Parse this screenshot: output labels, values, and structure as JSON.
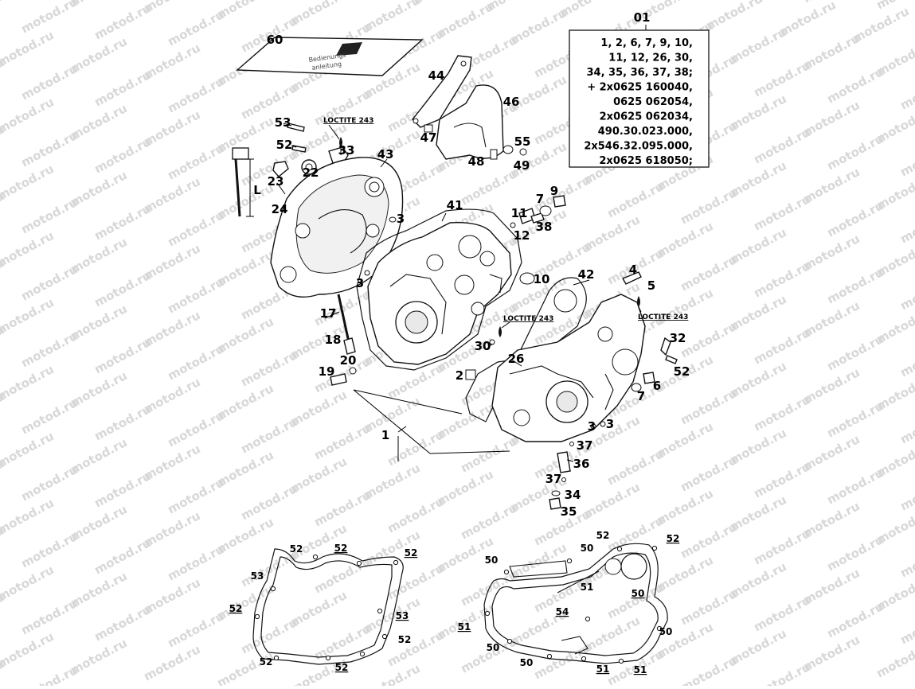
{
  "watermark": "motod.ru",
  "kit": {
    "header": "01",
    "lines": [
      "1, 2, 6, 7, 9, 10,",
      "11, 12, 26, 30,",
      "34, 35, 36, 37, 38;",
      "+ 2x0625 160040,",
      "0625 062054,",
      "2x0625 062034,",
      "490.30.023.000,",
      "2x546.32.095.000,",
      "2x0625 618050;"
    ]
  },
  "loctite": "LOCTITE 243",
  "dimension": "L",
  "labels": {
    "p60": "60",
    "p44": "44",
    "p46": "46",
    "p47": "47",
    "p48": "48",
    "p55": "55",
    "p49": "49",
    "p53": "53",
    "p52a": "52",
    "p33": "33",
    "p22": "22",
    "p43": "43",
    "p23": "23",
    "p24": "24",
    "p41": "41",
    "p3a": "3",
    "p7a": "7",
    "p9": "9",
    "p11": "11",
    "p38": "38",
    "p12": "12",
    "p10": "10",
    "p3b": "3",
    "p42": "42",
    "p4": "4",
    "p5": "5",
    "p17": "17",
    "p18": "18",
    "p30": "30",
    "p26": "26",
    "p32": "32",
    "p52b": "52",
    "p20": "20",
    "p19": "19",
    "p2": "2",
    "p6": "6",
    "p7b": "7",
    "p1": "1",
    "p3c": "3",
    "p3d": "3",
    "p37a": "37",
    "p36": "36",
    "p37b": "37",
    "p34": "34",
    "p35": "35",
    "g52a": "52",
    "g52b": "52",
    "g52c": "52",
    "g53a": "53",
    "g52d": "52",
    "g53b": "53",
    "g52e": "52",
    "g52f": "52",
    "g52g": "52",
    "h52a": "52",
    "h52b": "52",
    "h50a": "50",
    "h50b": "50",
    "h51a": "51",
    "h50c": "50",
    "h54": "54",
    "h51b": "51",
    "h50d": "50",
    "h50e": "50",
    "h50f": "50",
    "h51c": "51",
    "h51d": "51"
  }
}
